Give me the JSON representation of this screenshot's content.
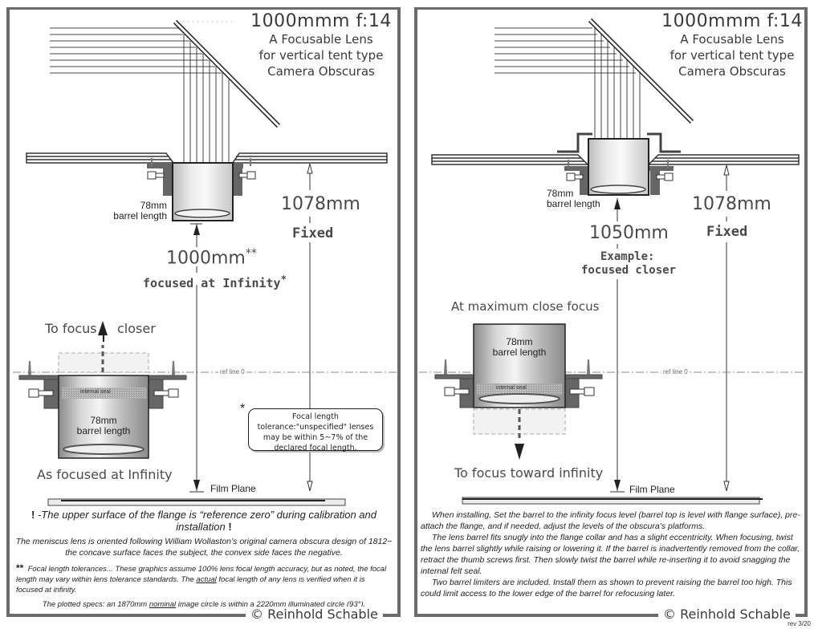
{
  "title": {
    "main": "1000mmm f:14",
    "line1": "A Focusable Lens",
    "line2": "for vertical tent type",
    "line3": "Camera Obscuras"
  },
  "left_panel": {
    "barrel_label_top": "78mm",
    "barrel_label_bottom": "barrel length",
    "focal_dim": "1000mm",
    "focal_dim_mark": "**",
    "focal_sub": "focused at Infinity",
    "focal_sub_mark": "*",
    "fixed_dim": "1078mm",
    "fixed_sub": "Fixed",
    "focus_label_left": "To focus",
    "focus_label_right": "closer",
    "seal_label": "internal seal",
    "inset_barrel_top": "78mm",
    "inset_barrel_bottom": "barrel length",
    "inset_caption": "As focused at Infinity",
    "ref_line": "ref line 0",
    "tolerance_mark": "*",
    "tolerance_note": "Focal length tolerance:\"unspecified\" lenses may be within 5~7% of the declared focal length.",
    "film_plane": "Film Plane",
    "notes": {
      "warning_prefix": "!",
      "warning": "-The upper surface of the flange is “reference zero” during calibration and installation",
      "warning_suffix": "!",
      "meniscus": "The meniscus lens is oriented following William Wollaston’s original camera obscura design of 1812~ the concave surface faces the subject, the convex side faces the negative.",
      "tol_mark": "**",
      "tol_a": "Focal length tolerances... These graphics assume 100% lens focal length accuracy, but as noted, the focal length may vary within lens tolerance standards. The ",
      "tol_underlined": "actual",
      "tol_b": " focal length of any lens is verified when it is focused at infinity.",
      "specs_a": "The plotted specs: an 1870mm ",
      "specs_underlined": "nominal",
      "specs_b": " image circle is within a 2220mm illuminated circle (93°)."
    },
    "credit": "© Reinhold Schable"
  },
  "right_panel": {
    "barrel_label_top": "78mm",
    "barrel_label_bottom": "barrel length",
    "focal_dim": "1050mm",
    "focal_sub_1": "Example:",
    "focal_sub_2": "focused closer",
    "fixed_dim": "1078mm",
    "fixed_sub": "Fixed",
    "inset_title": "At maximum close focus",
    "inset_barrel_top": "78mm",
    "inset_barrel_bottom": "barrel length",
    "seal_label": "internal seal",
    "focus_label": "To focus toward infinity",
    "ref_line": "ref line 0",
    "film_plane": "Film Plane",
    "notes": {
      "p1": "When installing, Set the barrel to the infinity focus level (barrel top is level with flange surface), pre-attach the flange, and if needed, adjust the levels of the obscura’s platforms.",
      "p2": "The lens barrel fits snugly into the flange collar and has a slight eccentricity. When focusing, twist the lens barrel slightly while raising or lowering it. If the barrel is inadvertently removed from the collar, retract the thumb screws first. Then slowly twist the barrel while re-inserting it to avoid snagging the internal felt seal.",
      "p3": "Two barrel limiters are included. Install them as shown to prevent raising the barrel too high. This could limit access to the lower edge of the barrel for refocusing later."
    },
    "credit": "© Reinhold Schable",
    "revision": "rev 3/20"
  },
  "icons": {
    "mirror": "mirror-diagonal",
    "barrel": "lens-barrel",
    "thumb_screw": "thumb-screw",
    "arrow_up": "arrow-up",
    "arrow_down": "arrow-down"
  },
  "colors": {
    "frame": "#6b6b6b",
    "text_dark": "#222222",
    "text_hand": "#4a4a4a",
    "flange": "#6e6e6e",
    "barrel_light": "#e8e8e8",
    "barrel_dark": "#9a9a9a"
  }
}
